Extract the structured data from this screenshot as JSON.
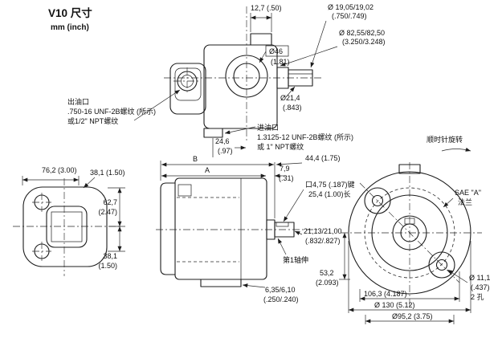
{
  "header": {
    "title": "V10 尺寸",
    "subtitle": "mm (inch)"
  },
  "top_view": {
    "dim_tab_width": "12,7 (.50)",
    "dia_shaft": "Ø 19,05/19,02",
    "dia_shaft_in": "(.750/.749)",
    "dia_pilot": "Ø 82,55/82,50",
    "dia_pilot_in": "(3.250/3.248)",
    "dia_46": "Ø46",
    "dia_46_in": "(1.81)",
    "dia_21_4": "Ø21,4",
    "dia_21_4_in": "(.843)",
    "outlet": {
      "l1": "出油口",
      "l2": ".750-16 UNF-2B螺纹 (所示)",
      "l3": "或1/2\" NPT螺纹"
    },
    "inlet": {
      "l1": "进油口",
      "l2": "1.3125-12 UNF-2B螺纹 (所示)",
      "l3": "或 1\" NPT螺纹"
    },
    "dim_24_6": "24,6",
    "dim_24_6_in": "(.97)",
    "dim_44_4": "44,4 (1.75)"
  },
  "flange_view": {
    "dim_76_2": "76,2 (3.00)",
    "dim_38_1_top": "38,1 (1.50)",
    "dim_62_7": "62,7",
    "dim_62_7_in": "(2.47)",
    "dim_38_1": "38,1",
    "dim_38_1_in": "(1.50)"
  },
  "side_view": {
    "label_b": "B",
    "label_a": "A",
    "dim_7_9": "7,9",
    "dim_7_9_in": "(.31)",
    "key_l1": "口4,75 (.187)键",
    "key_l2": "25,4 (1.00)长",
    "dia_shaft": "21,13/21,00",
    "dia_shaft_in": "(.832/.827)",
    "shaft_label": "第1轴伸",
    "dim_6_35": "6,35/6,10",
    "dim_6_35_in": "(.250/.240)"
  },
  "front_view": {
    "rotation": "顺时针旋转",
    "sae_l1": "SAE \"A\"",
    "sae_l2": "法兰",
    "hole_dia": "Ø 11,1",
    "hole_dia_in": "(.437)",
    "hole_count": "2 孔",
    "dim_53_2": "53,2",
    "dim_53_2_in": "(2.093)",
    "dim_106_3": "106,3 (4.187)",
    "dia_130": "Ø 130 (5.12)",
    "dia_95_2": "Ø95,2 (3.75)"
  }
}
